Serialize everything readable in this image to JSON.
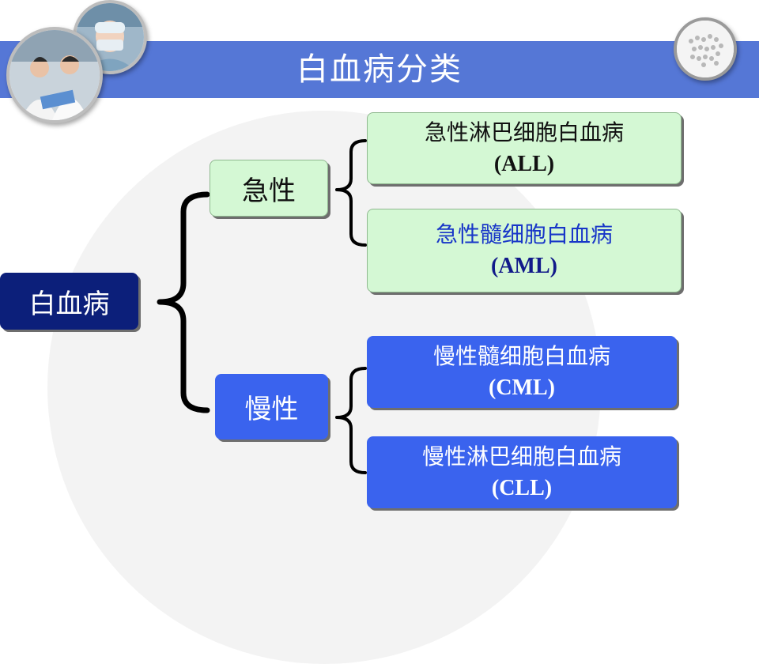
{
  "title": "白血病分类",
  "root": {
    "label": "白血病"
  },
  "categories": {
    "acute": {
      "label": "急性"
    },
    "chronic": {
      "label": "慢性"
    }
  },
  "leaves": {
    "all": {
      "name": "急性淋巴细胞白血病",
      "abbr": "(ALL)"
    },
    "aml": {
      "name": "急性髓细胞白血病",
      "abbr": "(AML)"
    },
    "cml": {
      "name": "慢性髓细胞白血病",
      "abbr": "(CML)"
    },
    "cll": {
      "name": "慢性淋巴细胞白血病",
      "abbr": "(CLL)"
    }
  },
  "colors": {
    "title_band": "#5577d6",
    "root_box": "#0c1f7a",
    "acute_box": "#d4f8d4",
    "chronic_box": "#3a63ee",
    "aml_text": "#1836c8"
  },
  "icons": [
    "doctor-patient-photo",
    "lab-worker-photo",
    "dna-logo-icon"
  ]
}
